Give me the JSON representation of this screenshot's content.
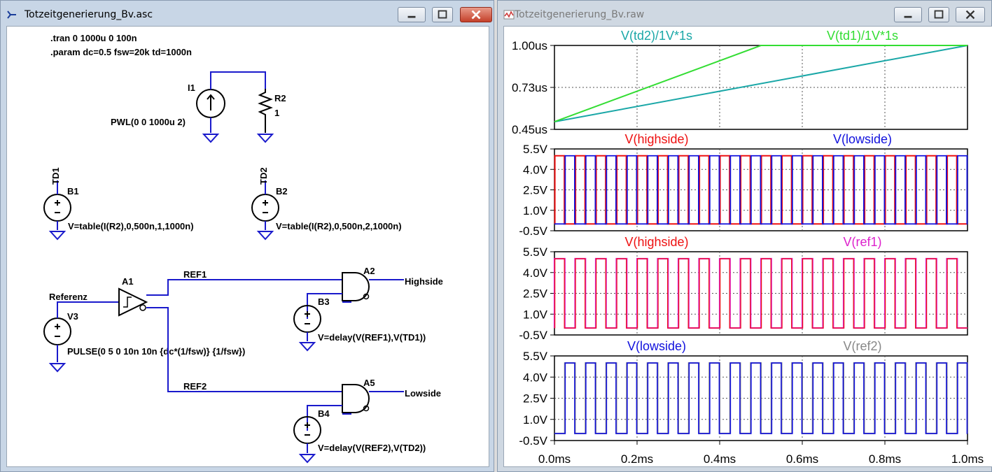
{
  "left_window": {
    "title": "Totzeitgenerierung_Bv.asc",
    "directives": [
      ".tran 0 1000u 0 100n",
      ".param dc=0.5 fsw=20k td=1000n"
    ],
    "components": {
      "I1": {
        "name": "I1",
        "value": "PWL(0 0 1000u 2)"
      },
      "R2": {
        "name": "R2",
        "value": "1"
      },
      "B1": {
        "name": "B1",
        "value": "V=table(I(R2),0,500n,1,1000n)",
        "net": "TD1"
      },
      "B2": {
        "name": "B2",
        "value": "V=table(I(R2),0,500n,2,1000n)",
        "net": "TD2"
      },
      "A1": {
        "name": "A1"
      },
      "A2": {
        "name": "A2",
        "out": "Highside"
      },
      "A5": {
        "name": "A5",
        "out": "Lowside"
      },
      "B3": {
        "name": "B3",
        "value": "V=delay(V(REF1),V(TD1))"
      },
      "B4": {
        "name": "B4",
        "value": "V=delay(V(REF2),V(TD2))"
      },
      "V3": {
        "name": "V3",
        "value": "PULSE(0 5 0 10n 10n {dc*(1/fsw)} {1/fsw})",
        "net": "Referenz"
      }
    },
    "nets": {
      "ref1": "REF1",
      "ref2": "REF2"
    }
  },
  "right_window": {
    "title": "Totzeitgenerierung_Bv.raw",
    "panes": [
      {
        "legend": [
          {
            "text": "V(td2)/1V*1s",
            "color": "#1aa7a7"
          },
          {
            "text": "V(td1)/1V*1s",
            "color": "#33dd33"
          }
        ],
        "yticks": [
          "1.00us",
          "0.73us",
          "0.45us"
        ]
      },
      {
        "legend": [
          {
            "text": "V(highside)",
            "color": "#ee1111"
          },
          {
            "text": "V(lowside)",
            "color": "#1111dd"
          }
        ],
        "yticks": [
          "5.5V",
          "4.0V",
          "2.5V",
          "1.0V",
          "-0.5V"
        ]
      },
      {
        "legend": [
          {
            "text": "V(highside)",
            "color": "#ee1111"
          },
          {
            "text": "V(ref1)",
            "color": "#dd22cc"
          }
        ],
        "yticks": [
          "5.5V",
          "4.0V",
          "2.5V",
          "1.0V",
          "-0.5V"
        ]
      },
      {
        "legend": [
          {
            "text": "V(lowside)",
            "color": "#1111dd"
          },
          {
            "text": "V(ref2)",
            "color": "#888888"
          }
        ],
        "yticks": [
          "5.5V",
          "4.0V",
          "2.5V",
          "1.0V",
          "-0.5V"
        ]
      }
    ],
    "xticks": [
      "0.0ms",
      "0.2ms",
      "0.4ms",
      "0.6ms",
      "0.8ms",
      "1.0ms"
    ]
  },
  "chart_data": [
    {
      "type": "line",
      "x": [
        0,
        1.0
      ],
      "xunit": "ms",
      "ylim": [
        0.45,
        1.0
      ],
      "yunit": "us",
      "series": [
        {
          "name": "V(td2)/1V*1s",
          "x": [
            0,
            1.0
          ],
          "values": [
            0.5,
            1.0
          ]
        },
        {
          "name": "V(td1)/1V*1s",
          "x": [
            0,
            0.5,
            1.0
          ],
          "values": [
            0.5,
            1.0,
            1.0
          ]
        }
      ]
    },
    {
      "type": "line",
      "ylim": [
        -0.5,
        5.5
      ],
      "yunit": "V",
      "period_ms": 0.05,
      "high": 5.0,
      "low": 0.0,
      "series": [
        {
          "name": "V(highside)"
        },
        {
          "name": "V(lowside)"
        }
      ]
    },
    {
      "type": "line",
      "ylim": [
        -0.5,
        5.5
      ],
      "yunit": "V",
      "period_ms": 0.05,
      "high": 5.0,
      "low": 0.0,
      "series": [
        {
          "name": "V(highside)"
        },
        {
          "name": "V(ref1)"
        }
      ]
    },
    {
      "type": "line",
      "ylim": [
        -0.5,
        5.5
      ],
      "yunit": "V",
      "period_ms": 0.05,
      "high": 5.0,
      "low": 0.0,
      "series": [
        {
          "name": "V(lowside)"
        },
        {
          "name": "V(ref2)"
        }
      ]
    }
  ]
}
